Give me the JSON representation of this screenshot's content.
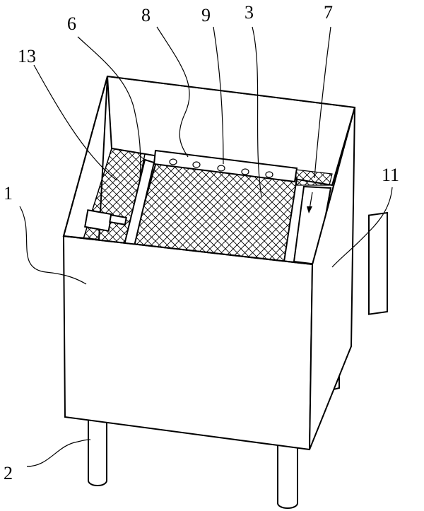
{
  "labels": {
    "l1": "1",
    "l2": "2",
    "l3": "3",
    "l6": "6",
    "l7": "7",
    "l8": "8",
    "l9": "9",
    "l11": "11",
    "l13": "13"
  }
}
